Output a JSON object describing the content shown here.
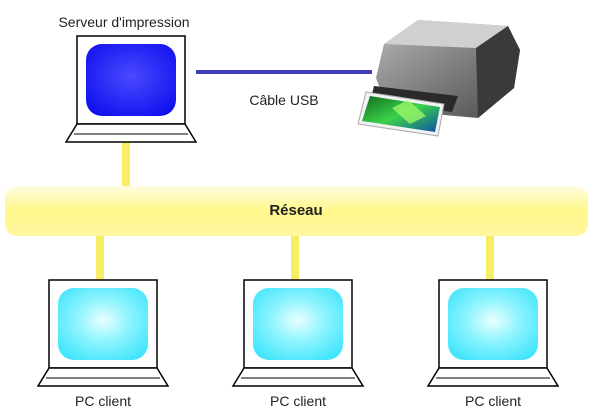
{
  "server": {
    "label": "Serveur d'impression",
    "screen_color": "#1a1aff"
  },
  "usb": {
    "label": "Câble USB",
    "color": "#4040c0"
  },
  "network": {
    "label": "Réseau",
    "color": "#fffaa6",
    "connector_color": "#f7f070"
  },
  "clients": [
    {
      "label": "PC client",
      "screen_color": "#4ee8ff"
    },
    {
      "label": "PC client",
      "screen_color": "#4ee8ff"
    },
    {
      "label": "PC client",
      "screen_color": "#4ee8ff"
    }
  ],
  "icons": {
    "server": "computer-icon",
    "printer": "printer-icon",
    "client": "computer-icon"
  }
}
